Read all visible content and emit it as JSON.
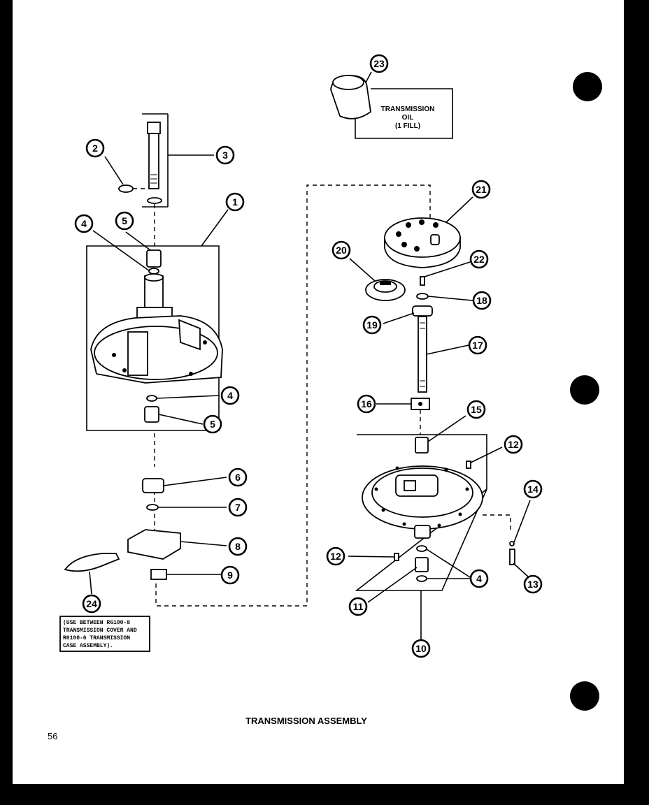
{
  "title": "TRANSMISSION ASSEMBLY",
  "page_number": "56",
  "oil_box": {
    "line1": "TRANSMISSION",
    "line2": "OIL",
    "line3": "(1 FILL)"
  },
  "note_box": {
    "line1": "(USE BETWEEN R6100-8",
    "line2": "TRANSMISSION COVER AND",
    "line3": "R6100-6 TRANSMISSION",
    "line4": "CASE ASSEMBLY)."
  },
  "callouts": {
    "c1": "1",
    "c2": "2",
    "c3": "3",
    "c4a": "4",
    "c4b": "4",
    "c4c": "4",
    "c5a": "5",
    "c5b": "5",
    "c6": "6",
    "c7": "7",
    "c8": "8",
    "c9": "9",
    "c10": "10",
    "c11": "11",
    "c12a": "12",
    "c12b": "12",
    "c13": "13",
    "c14": "14",
    "c15": "15",
    "c16": "16",
    "c17": "17",
    "c18": "18",
    "c19": "19",
    "c20": "20",
    "c21": "21",
    "c22": "22",
    "c23": "23",
    "c24": "24"
  }
}
